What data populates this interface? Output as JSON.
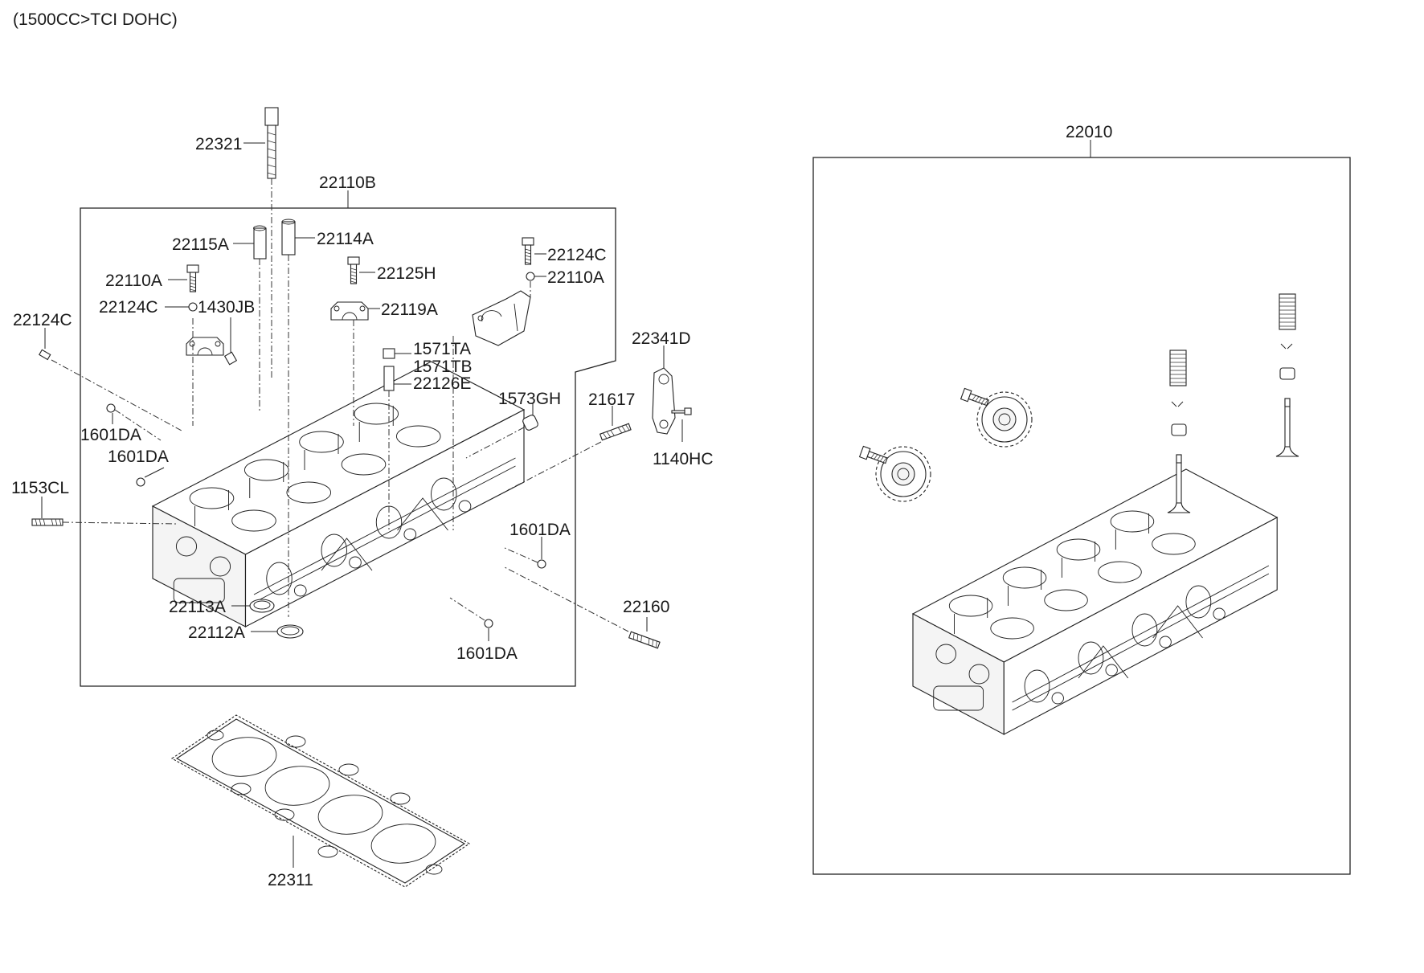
{
  "header": {
    "engine_spec": "(1500CC>TCI DOHC)"
  },
  "assemblies": {
    "head_assembly": "22110B",
    "complete_assembly": "22010"
  },
  "parts": {
    "p22321": "22321",
    "p22115A": "22115A",
    "p22114A": "22114A",
    "p22110A_left": "22110A",
    "p22124C_inner": "22124C",
    "p1430JB": "1430JB",
    "p22124C_outer": "22124C",
    "p22125H": "22125H",
    "p22119A": "22119A",
    "p22124C_right": "22124C",
    "p22110A_right": "22110A",
    "p1571TA": "1571TA",
    "p1571TB": "1571TB",
    "p22126E": "22126E",
    "p1573GH": "1573GH",
    "p21617": "21617",
    "p22341D": "22341D",
    "p1140HC": "1140HC",
    "p1601DA_a": "1601DA",
    "p1601DA_b": "1601DA",
    "p1601DA_c": "1601DA",
    "p1601DA_d": "1601DA",
    "p1153CL": "1153CL",
    "p22113A": "22113A",
    "p22112A": "22112A",
    "p22160": "22160",
    "p22311": "22311"
  }
}
